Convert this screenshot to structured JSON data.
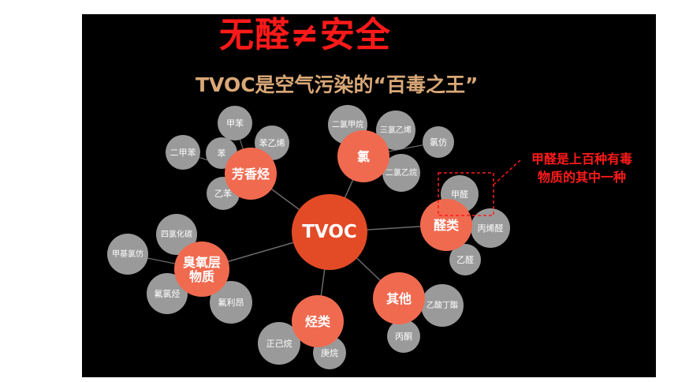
{
  "headline": "无醛≠安全",
  "subtitle": "TVOC是空气污染的“百毒之王”",
  "center": {
    "label": "TVOC",
    "color": "#e34b27"
  },
  "colors": {
    "category": "#f06a50",
    "substance": "#9a9a9a",
    "link": "#6a6a6a",
    "highlight_box": "#ff1a1a"
  },
  "categories": [
    {
      "label": "芳香烃",
      "substances": [
        "甲苯",
        "苯乙烯",
        "二甲苯",
        "苯",
        "乙苯"
      ]
    },
    {
      "label": "氯",
      "substances": [
        "二氯甲烷",
        "三氯乙烯",
        "氯仿",
        "二氯乙烷"
      ]
    },
    {
      "label": "醛类",
      "substances": [
        "甲醛",
        "丙烯醛",
        "乙醛"
      ]
    },
    {
      "label": "其他",
      "substances": [
        "乙酸丁酯",
        "丙酮"
      ]
    },
    {
      "label": "烃类",
      "substances": [
        "正己烷",
        "庚烷"
      ]
    },
    {
      "label": "臭氧层\n物质",
      "substances": [
        "四氯化碳",
        "甲基氯仿",
        "氟氯烃",
        "氟利昂"
      ]
    }
  ],
  "annotation": {
    "line1": "甲醛是上百种有毒",
    "line2": "物质的其中一种",
    "target": "甲醛"
  }
}
